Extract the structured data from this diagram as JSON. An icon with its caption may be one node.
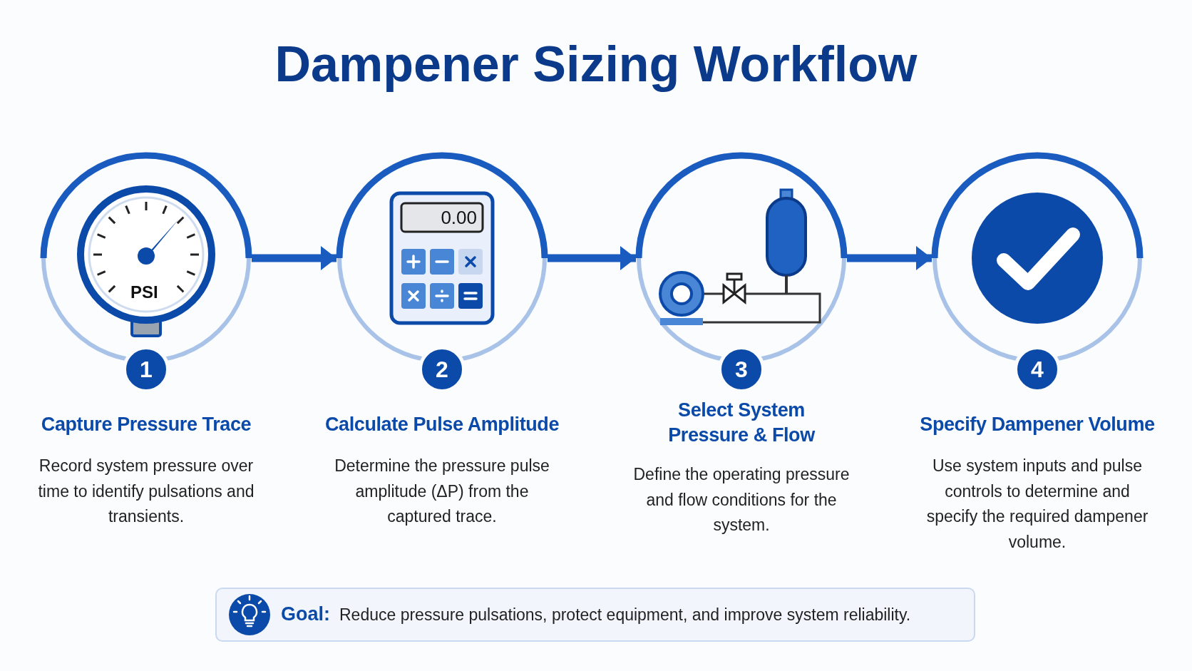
{
  "diagram": {
    "title": "Dampener Sizing Workflow",
    "nodes": [
      {
        "text": [
          "1",
          "Capture Pressure Trace",
          "Record system pressure over time to identify pulsations and transients."
        ]
      },
      {
        "text": [
          "2",
          "Calculate Pulse Amplitude",
          "Determine the pressure pulse amplitude (ΔP) from the captured trace."
        ]
      },
      {
        "text": [
          "3",
          "Select System Pressure & Flow",
          "Define the operating pressure and flow conditions for the system."
        ]
      },
      {
        "text": [
          "4",
          "Specify Dampener Volume",
          "Use system inputs and pulse controls to determine and specify the required dampener volume."
        ]
      },
      {
        "text": [
          "Goal:",
          "Reduce pressure pulsations, protect equipment, and improve system reliability."
        ]
      }
    ],
    "edges": [
      {
        "from": 0,
        "to": 1,
        "arrow": "to"
      },
      {
        "from": 1,
        "to": 2,
        "arrow": "to"
      },
      {
        "from": 2,
        "to": 3,
        "arrow": "to"
      }
    ],
    "labels": [
      "PSI",
      "0.00"
    ]
  }
}
